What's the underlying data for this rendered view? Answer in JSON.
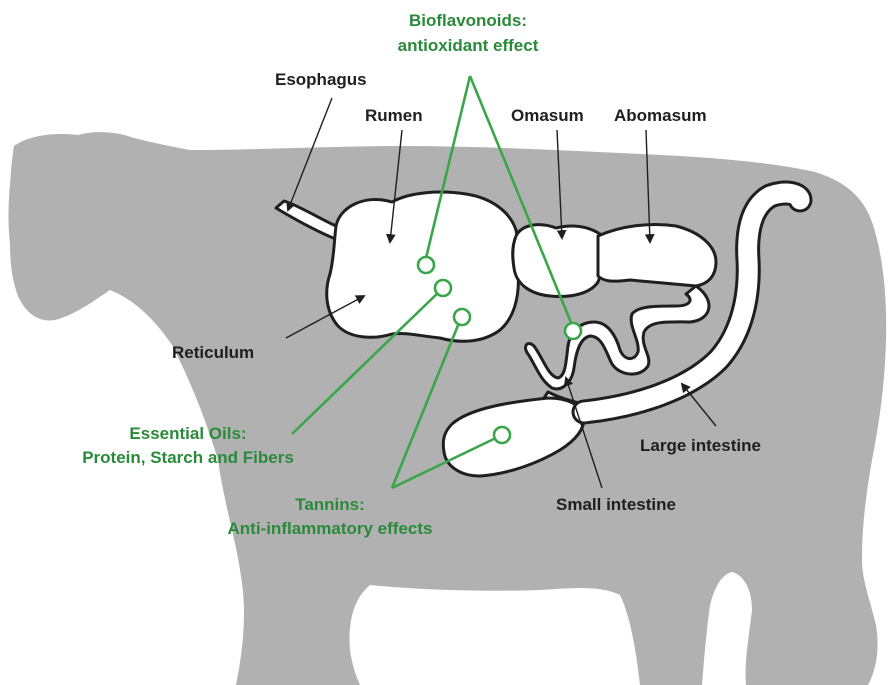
{
  "labels": {
    "esophagus": "Esophagus",
    "rumen": "Rumen",
    "omasum": "Omasum",
    "abomasum": "Abomasum",
    "reticulum": "Reticulum",
    "large_intestine": "Large intestine",
    "small_intestine": "Small intestine"
  },
  "callouts": {
    "bioflavonoids": {
      "line1": "Bioflavonoids:",
      "line2": "antioxidant effect"
    },
    "essential_oils": {
      "line1": "Essential Oils:",
      "line2": "Protein, Starch and Fibers"
    },
    "tannins": {
      "line1": "Tannins:",
      "line2": "Anti-inflammatory effects"
    }
  },
  "colors": {
    "silhouette": "#b1b1b1",
    "organ_fill": "#ffffff",
    "outline": "#1f1f1f",
    "callout_green": "#3aa64a",
    "callout_text_green": "#2a8a3a"
  }
}
